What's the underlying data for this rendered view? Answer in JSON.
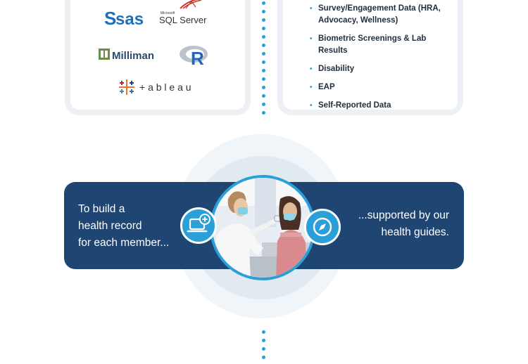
{
  "logos": {
    "sas": "sas",
    "sql_microsoft": "Microsoft",
    "sql": "SQL Server",
    "milliman": "Milliman",
    "r": "R",
    "tableau": "+ a b l e a u"
  },
  "data_sources": [
    "Survey/Engagement Data (HRA, Advocacy, Wellness)",
    "Biometric Screenings & Lab Results",
    "Disability",
    "EAP",
    "Self-Reported Data"
  ],
  "banner": {
    "left_line1": "To build a",
    "left_line2": "health record",
    "left_line3": "for each member...",
    "right_line1": "...supported by our",
    "right_line2": "health guides."
  },
  "colors": {
    "navy": "#1f4573",
    "accent_blue": "#2a9fd8",
    "card_border": "#edf1f5"
  },
  "icons": [
    "laptop-plus-icon",
    "compass-icon"
  ]
}
